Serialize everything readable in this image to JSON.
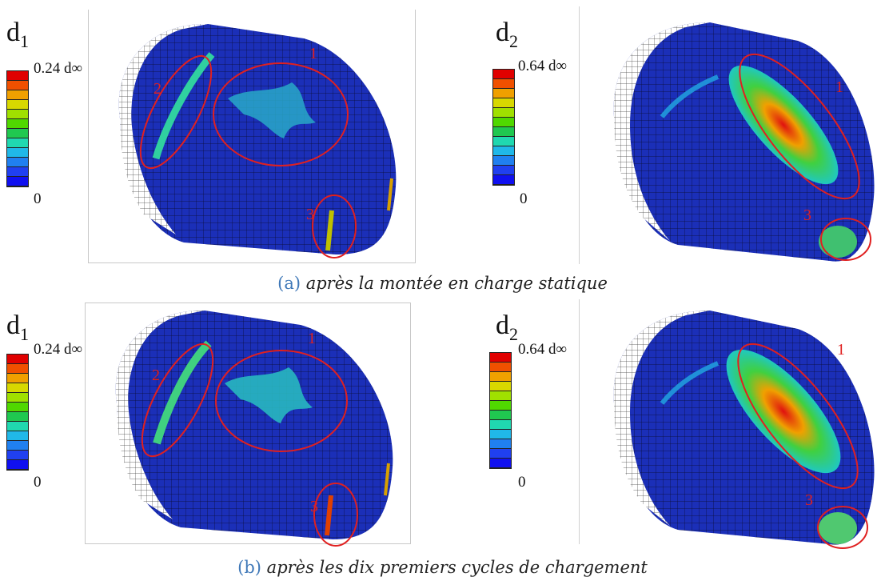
{
  "colors": {
    "mesh_blue": "#1b2fb8",
    "zone_circle": "#e02020",
    "caption_tag": "#3f78b8",
    "scale": [
      "#e00000",
      "#f05000",
      "#f0a000",
      "#d8d800",
      "#a0e000",
      "#50d800",
      "#20c850",
      "#20d8b0",
      "#20b8e8",
      "#2080f0",
      "#2040f0",
      "#1010f0"
    ]
  },
  "panels": {
    "a": {
      "caption_tag": "(a)",
      "caption_text": "après la montée en charge statique",
      "left": {
        "var_main": "d",
        "var_sub": "1",
        "scale_max": "0.24 d∞",
        "scale_min": "0",
        "zones": [
          "1",
          "2",
          "3"
        ]
      },
      "right": {
        "var_main": "d",
        "var_sub": "2",
        "scale_max": "0.64 d∞",
        "scale_min": "0",
        "zones": [
          "1",
          "3"
        ]
      }
    },
    "b": {
      "caption_tag": "(b)",
      "caption_text": "après les dix premiers cycles de chargement",
      "left": {
        "var_main": "d",
        "var_sub": "1",
        "scale_max": "0.24 d∞",
        "scale_min": "0",
        "zones": [
          "1",
          "2",
          "3"
        ]
      },
      "right": {
        "var_main": "d",
        "var_sub": "2",
        "scale_max": "0.64 d∞",
        "scale_min": "0",
        "zones": [
          "1",
          "3"
        ]
      }
    }
  }
}
